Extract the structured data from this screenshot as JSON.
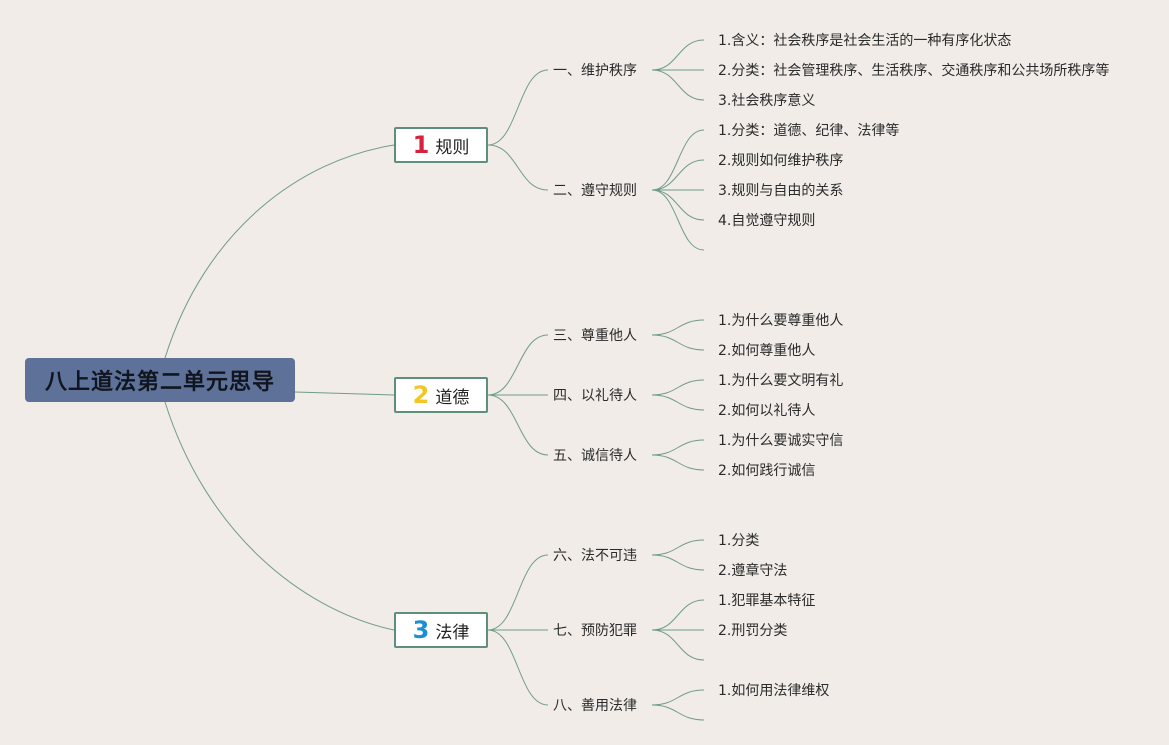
{
  "root": {
    "title": "八上道法第二单元思导"
  },
  "colors": {
    "background": "#f1ece7",
    "root_fill": "#5d7199",
    "connector": "#6f9c8b",
    "num1": "#d8213d",
    "num2": "#f2c624",
    "num3": "#1c8fd1"
  },
  "branches": [
    {
      "num": "1",
      "label": "规则",
      "subs": [
        {
          "label": "一、维护秩序",
          "leaves": [
            "1.含义：社会秩序是社会生活的一种有序化状态",
            "2.分类：社会管理秩序、生活秩序、交通秩序和公共场所秩序等",
            "3.社会秩序意义"
          ]
        },
        {
          "label": "二、遵守规则",
          "leaves": [
            "1.分类：道德、纪律、法律等",
            "2.规则如何维护秩序",
            "3.规则与自由的关系",
            "4.自觉遵守规则",
            ""
          ]
        }
      ]
    },
    {
      "num": "2",
      "label": "道德",
      "subs": [
        {
          "label": "三、尊重他人",
          "leaves": [
            "1.为什么要尊重他人",
            "2.如何尊重他人"
          ]
        },
        {
          "label": "四、以礼待人",
          "leaves": [
            "1.为什么要文明有礼",
            "2.如何以礼待人"
          ]
        },
        {
          "label": "五、诚信待人",
          "leaves": [
            "1.为什么要诚实守信",
            "2.如何践行诚信"
          ]
        }
      ]
    },
    {
      "num": "3",
      "label": "法律",
      "subs": [
        {
          "label": "六、法不可违",
          "leaves": [
            "1.分类",
            "2.遵章守法"
          ]
        },
        {
          "label": "七、预防犯罪",
          "leaves": [
            "1.犯罪基本特征",
            "2.刑罚分类",
            ""
          ]
        },
        {
          "label": "八、善用法律",
          "leaves": [
            "1.如何用法律维权",
            ""
          ]
        }
      ]
    }
  ]
}
